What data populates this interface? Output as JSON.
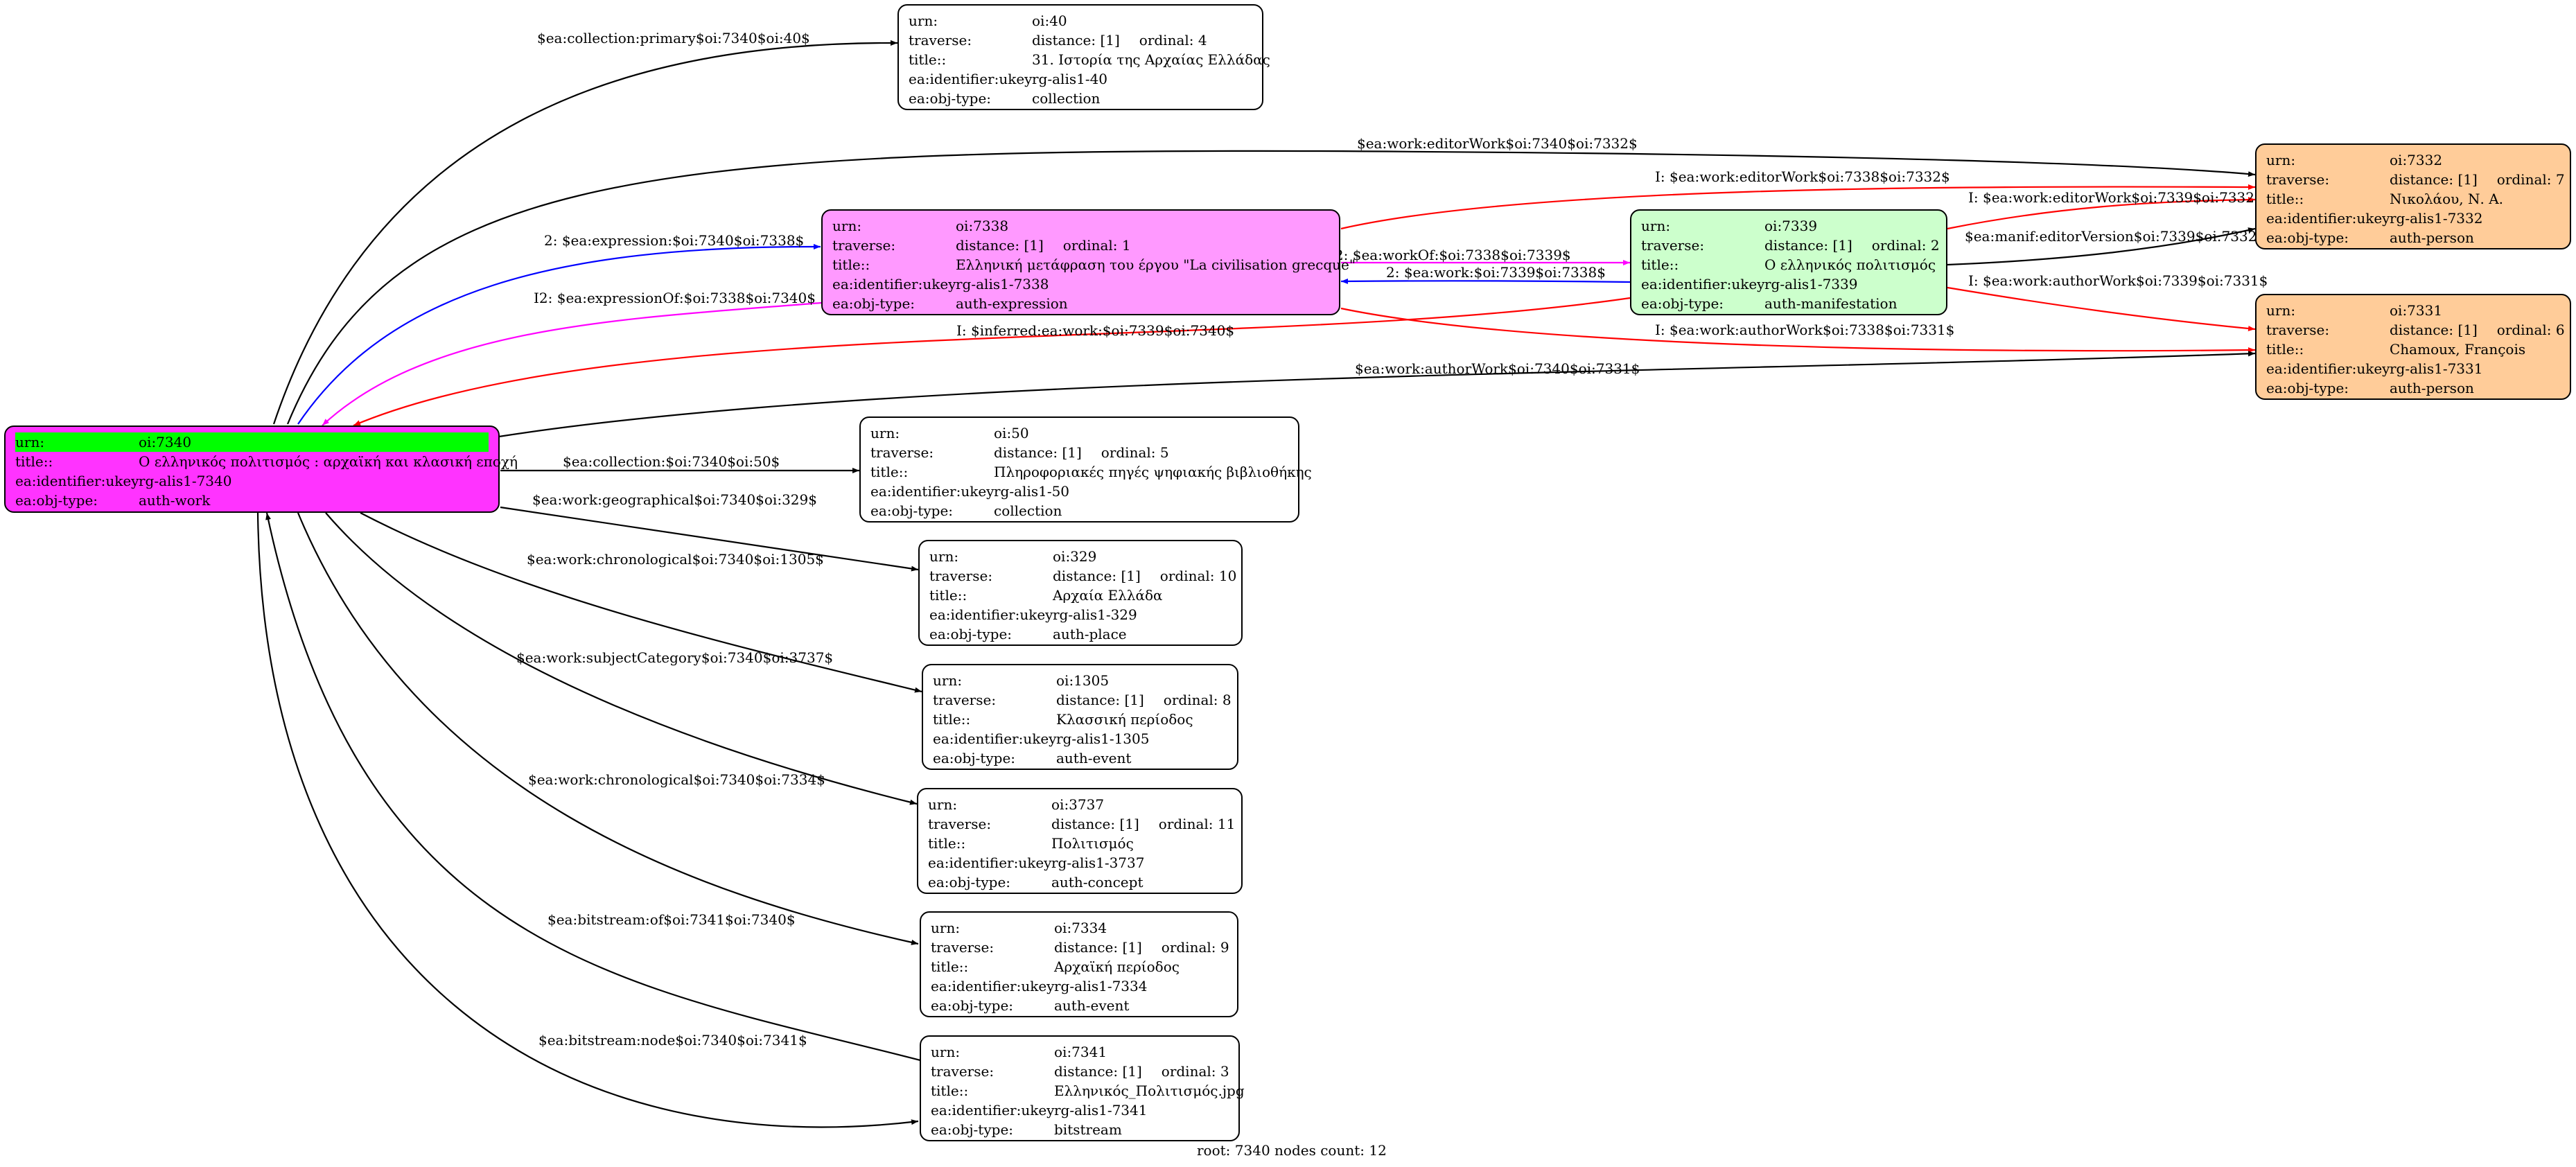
{
  "colors": {
    "root_fill": "#ff33ff",
    "root_urn_highlight": "#00ff00",
    "expression_fill": "#ff99ff",
    "manifestation_fill": "#ccffcc",
    "person_fill": "#ffcc99",
    "default_fill": "#ffffff",
    "edge_black": "#000000",
    "edge_red": "#ff0000",
    "edge_blue": "#0000ff",
    "edge_magenta": "#ff00ff"
  },
  "nodes": {
    "n40": {
      "urn": "oi:40",
      "traverse": "distance: [1]",
      "ordinal": "ordinal: 4",
      "title": "31. Ιστορία της Αρχαίας Ελλάδας",
      "ukey": "rg-alis1-40",
      "type": "collection"
    },
    "n7332": {
      "urn": "oi:7332",
      "traverse": "distance: [1]",
      "ordinal": "ordinal: 7",
      "title": "Νικολάου, Ν. Α.",
      "ukey": "rg-alis1-7332",
      "type": "auth-person"
    },
    "n7338": {
      "urn": "oi:7338",
      "traverse": "distance: [1]",
      "ordinal": "ordinal: 1",
      "title": "Ελληνική μετάφραση του έργου \"La civilisation grecque\"",
      "ukey": "rg-alis1-7338",
      "type": "auth-expression"
    },
    "n7339": {
      "urn": "oi:7339",
      "traverse": "distance: [1]",
      "ordinal": "ordinal: 2",
      "title": "Ο ελληνικός πολιτισμός",
      "ukey": "rg-alis1-7339",
      "type": "auth-manifestation"
    },
    "n7331": {
      "urn": "oi:7331",
      "traverse": "distance: [1]",
      "ordinal": "ordinal: 6",
      "title": "Chamoux, François",
      "ukey": "rg-alis1-7331",
      "type": "auth-person"
    },
    "n7340": {
      "urn": "oi:7340",
      "title": "Ο ελληνικός πολιτισμός : αρχαϊκή και κλασική εποχή",
      "ukey": "rg-alis1-7340",
      "type": "auth-work"
    },
    "n50": {
      "urn": "oi:50",
      "traverse": "distance: [1]",
      "ordinal": "ordinal: 5",
      "title": "Πληροφοριακές πηγές ψηφιακής βιβλιοθήκης",
      "ukey": "rg-alis1-50",
      "type": "collection"
    },
    "n329": {
      "urn": "oi:329",
      "traverse": "distance: [1]",
      "ordinal": "ordinal: 10",
      "title": "Αρχαία Ελλάδα",
      "ukey": "rg-alis1-329",
      "type": "auth-place"
    },
    "n1305": {
      "urn": "oi:1305",
      "traverse": "distance: [1]",
      "ordinal": "ordinal: 8",
      "title": "Κλασσική περίοδος",
      "ukey": "rg-alis1-1305",
      "type": "auth-event"
    },
    "n3737": {
      "urn": "oi:3737",
      "traverse": "distance: [1]",
      "ordinal": "ordinal: 11",
      "title": "Πολιτισμός",
      "ukey": "rg-alis1-3737",
      "type": "auth-concept"
    },
    "n7334": {
      "urn": "oi:7334",
      "traverse": "distance: [1]",
      "ordinal": "ordinal: 9",
      "title": "Αρχαϊκή περίοδος",
      "ukey": "rg-alis1-7334",
      "type": "auth-event"
    },
    "n7341": {
      "urn": "oi:7341",
      "traverse": "distance: [1]",
      "ordinal": "ordinal: 3",
      "title": "Ελληνικός_Πολιτισμός.jpg",
      "ukey": "rg-alis1-7341",
      "type": "bitstream"
    }
  },
  "keys": {
    "urn": "urn:",
    "traverse": "traverse:",
    "title": "title::",
    "ukey": "ea:identifier:ukey",
    "type": "ea:obj-type:"
  },
  "edge_labels": {
    "e_primary": "$ea:collection:primary$oi:7340$oi:40$",
    "e_editorWork": "$ea:work:editorWork$oi:7340$oi:7332$",
    "e_expression": "2: $ea:expression:$oi:7340$oi:7338$",
    "e_expressionOf": "I2: $ea:expressionOf:$oi:7338$oi:7340$",
    "e_I_editorWork_7338": "I: $ea:work:editorWork$oi:7338$oi:7332$",
    "e_I_editorWork_7339": "I: $ea:work:editorWork$oi:7339$oi:7332$",
    "e_workOf": "I2: $ea:workOf:$oi:7338$oi:7339$",
    "e_work": "2: $ea:work:$oi:7339$oi:7338$",
    "e_manifEditor": "$ea:manif:editorVersion$oi:7339$oi:7332$",
    "e_I_authorWork_7339": "I: $ea:work:authorWork$oi:7339$oi:7331$",
    "e_inferred": "I: $inferred:ea:work:$oi:7339$oi:7340$",
    "e_I_authorWork_7338": "I: $ea:work:authorWork$oi:7338$oi:7331$",
    "e_authorWork": "$ea:work:authorWork$oi:7340$oi:7331$",
    "e_collection50": "$ea:collection:$oi:7340$oi:50$",
    "e_geographical": "$ea:work:geographical$oi:7340$oi:329$",
    "e_chrono1305": "$ea:work:chronological$oi:7340$oi:1305$",
    "e_subject": "$ea:work:subjectCategory$oi:7340$oi:3737$",
    "e_chrono7334": "$ea:work:chronological$oi:7340$oi:7334$",
    "e_bitOf": "$ea:bitstream:of$oi:7341$oi:7340$",
    "e_bitNode": "$ea:bitstream:node$oi:7340$oi:7341$"
  },
  "footer": "root: 7340 nodes count: 12"
}
